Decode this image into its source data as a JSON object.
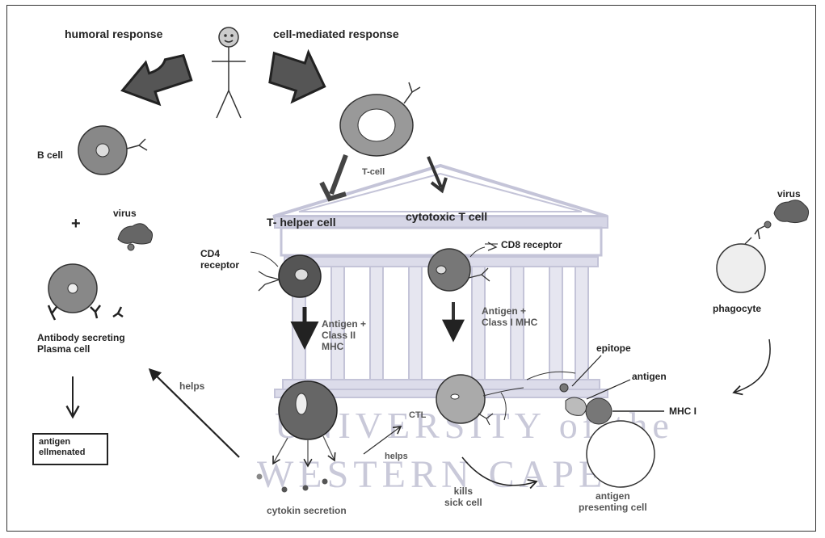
{
  "labels": {
    "humoral": "humoral response",
    "cell_mediated": "cell-mediated response",
    "b_cell": "B cell",
    "virus_left": "virus",
    "plus": "+",
    "plasma_cell": "Antibody secreting\nPlasma cell",
    "antigen_eliminated": "antigen\nellmenated",
    "t_cell": "T-cell",
    "t_helper": "T- helper cell",
    "cytotoxic": "cytotoxic T cell",
    "cd4": "CD4\nreceptor",
    "cd8": "CD8 receptor",
    "antigen_class2": "Antigen +\nClass II\nMHC",
    "antigen_class1": "Antigen +\nClass I MHC",
    "helps_left": "helps",
    "helps_mid": "helps",
    "ctl": "CTL",
    "cytokin": "cytokin secretion",
    "kills": "kills\nsick cell",
    "apc": "antigen\npresenting cell",
    "epitope": "epitope",
    "antigen": "antigen",
    "mhc1": "MHC I",
    "virus_right": "virus",
    "phagocyte": "phagocyte"
  },
  "watermark": {
    "line1": "UNIVERSITY of the",
    "line2": "WESTERN CAPE"
  }
}
